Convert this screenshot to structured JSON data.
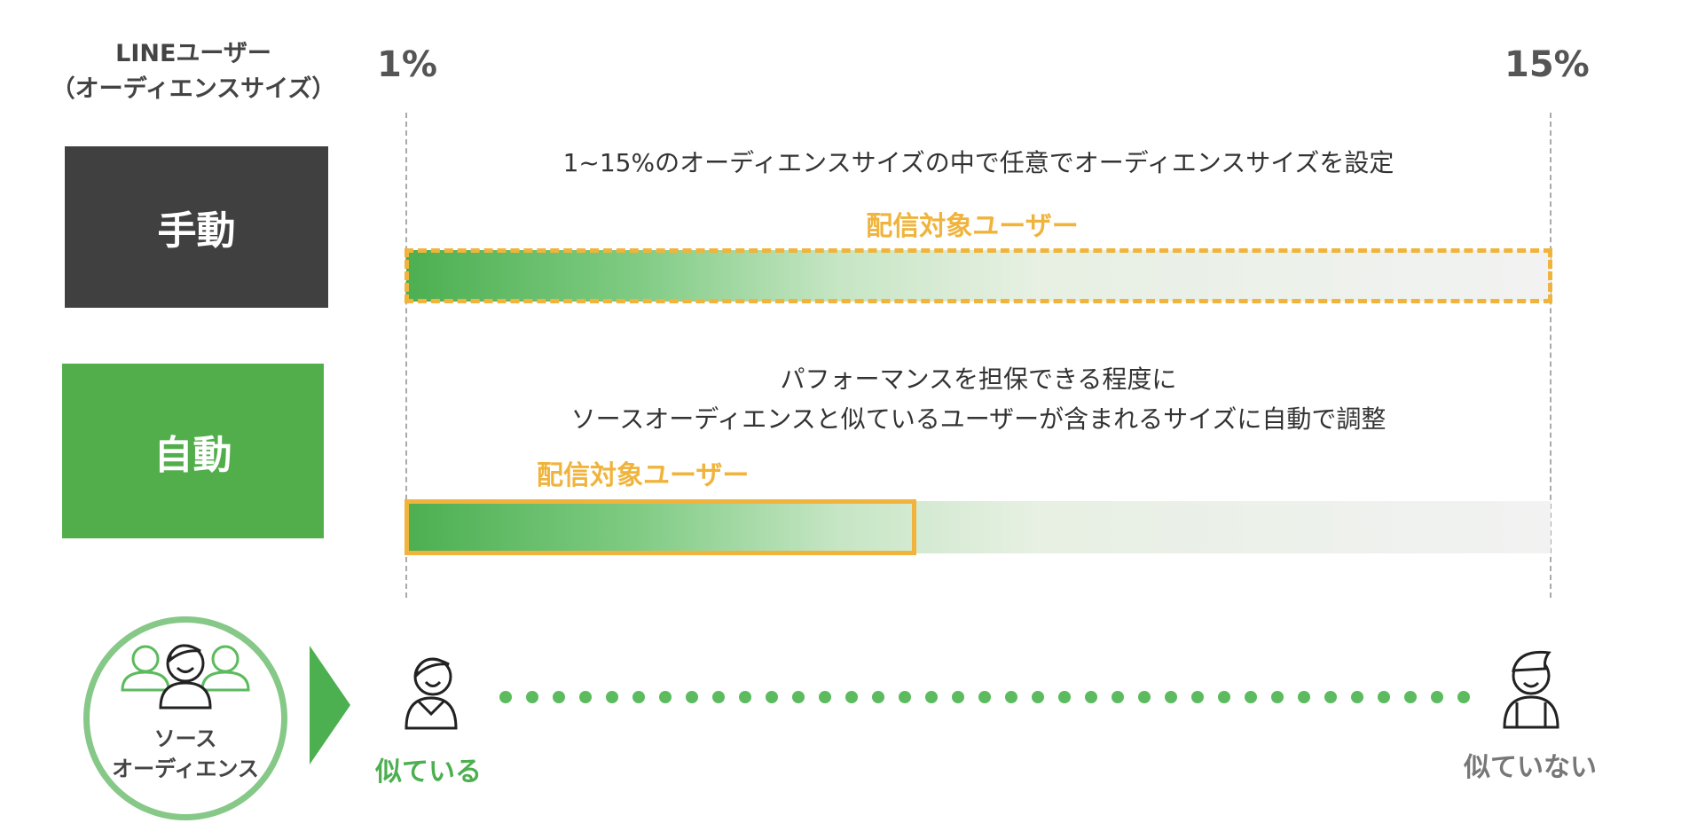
{
  "header": {
    "audience_label_line1": "LINEユーザー",
    "audience_label_line2": "（オーディエンスサイズ）",
    "min_pct": "1%",
    "max_pct": "15%"
  },
  "manual": {
    "label": "手動",
    "description": "1~15%のオーディエンスサイズの中で任意でオーディエンスサイズを設定",
    "target_label": "配信対象ユーザー"
  },
  "auto": {
    "label": "自動",
    "description_line1": "パフォーマンスを担保できる程度に",
    "description_line2": "ソースオーディエンスと似ているユーザーが含まれるサイズに自動で調整",
    "target_label": "配信対象ユーザー"
  },
  "bottom": {
    "source_line1": "ソース",
    "source_line2": "オーディエンス",
    "similar": "似ている",
    "not_similar": "似ていない"
  },
  "colors": {
    "green": "#4caf50",
    "orange": "#f0b43c",
    "dark": "#404040"
  }
}
